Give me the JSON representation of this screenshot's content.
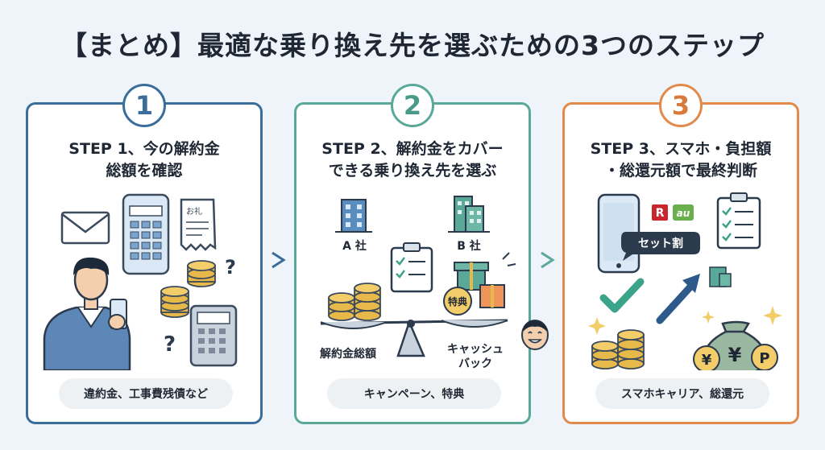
{
  "title": "【まとめ】最適な乗り換え先を選ぶための3つのステップ",
  "steps": [
    {
      "number": "1",
      "heading_line1": "STEP 1、今の解約金",
      "heading_line2": "総額を確認",
      "note": "お礼",
      "tag": "違約金、工事費残債など"
    },
    {
      "number": "2",
      "heading_line1": "STEP 2、解約金をカバー",
      "heading_line2": "できる乗り換え先を選ぶ",
      "company_a": "A 社",
      "company_b": "B 社",
      "perk_label": "特典",
      "left_label": "解約金総額",
      "right_label_line1": "キャッシュ",
      "right_label_line2": "バック",
      "tag": "キャンペーン、特典"
    },
    {
      "number": "3",
      "heading_line1": "STEP 3、スマホ・負担額",
      "heading_line2": "・総還元額で最終判断",
      "bundle_label": "セット割",
      "brand_r": "R",
      "brand_au": "au",
      "yen_symbol": "¥",
      "point_symbol": "P",
      "tag": "スマホキャリア、総還元"
    }
  ],
  "colors": {
    "step1": "#3a6d9a",
    "step2": "#5aa898",
    "step3": "#e28a4c"
  }
}
